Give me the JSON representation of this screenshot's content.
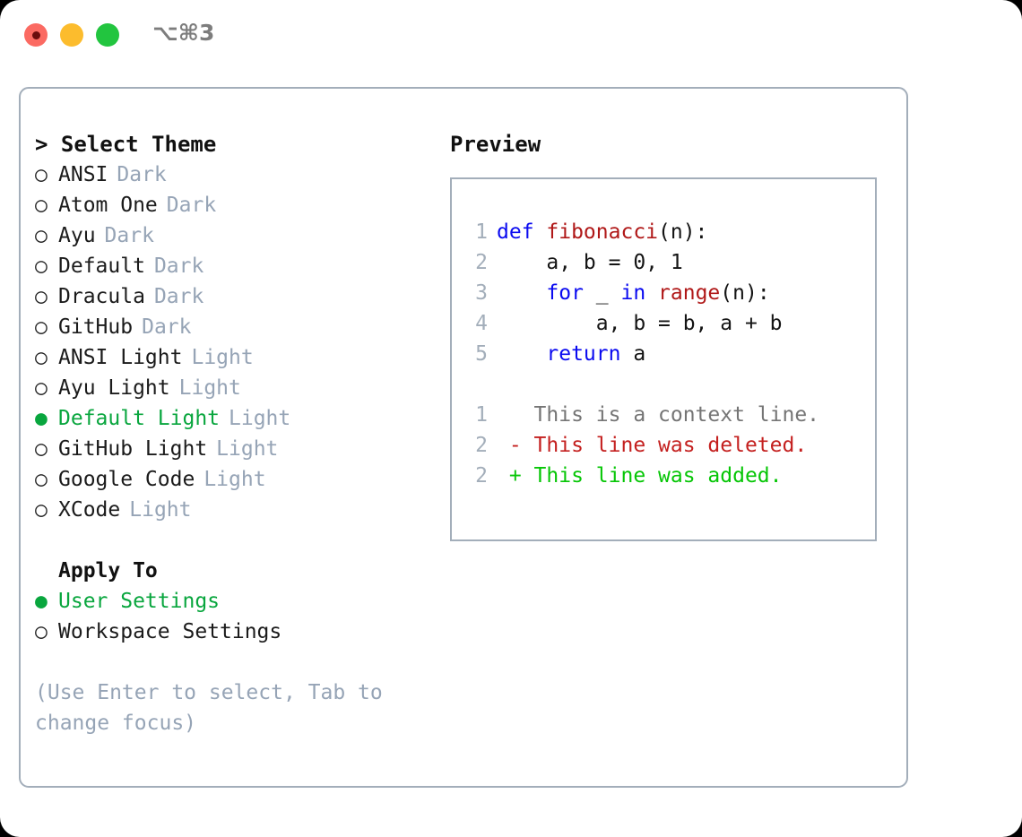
{
  "window": {
    "shortcut": "⌥⌘3",
    "traffic_lights": [
      {
        "name": "close",
        "color": "#fb6a62"
      },
      {
        "name": "minimize",
        "color": "#fcbc2d"
      },
      {
        "name": "maximize",
        "color": "#22c53f"
      }
    ]
  },
  "colors": {
    "accent_green": "#09a63e",
    "muted": "#96a4b6",
    "border": "#a3aeba",
    "keyword": "#0a0af0",
    "function": "#b01818",
    "diff_added": "#06c606",
    "diff_deleted": "#c4201f",
    "diff_context": "#757575"
  },
  "theme_panel": {
    "heading": "> Select Theme",
    "bullet_unselected": "○",
    "bullet_selected": "●",
    "items": [
      {
        "label": "ANSI",
        "category": "Dark",
        "selected": false
      },
      {
        "label": "Atom One",
        "category": "Dark",
        "selected": false
      },
      {
        "label": "Ayu",
        "category": "Dark",
        "selected": false
      },
      {
        "label": "Default",
        "category": "Dark",
        "selected": false
      },
      {
        "label": "Dracula",
        "category": "Dark",
        "selected": false
      },
      {
        "label": "GitHub",
        "category": "Dark",
        "selected": false
      },
      {
        "label": "ANSI Light",
        "category": "Light",
        "selected": false
      },
      {
        "label": "Ayu Light",
        "category": "Light",
        "selected": false
      },
      {
        "label": "Default Light",
        "category": "Light",
        "selected": true
      },
      {
        "label": "GitHub Light",
        "category": "Light",
        "selected": false
      },
      {
        "label": "Google Code",
        "category": "Light",
        "selected": false
      },
      {
        "label": "XCode",
        "category": "Light",
        "selected": false
      }
    ]
  },
  "apply_to": {
    "heading": "Apply To",
    "items": [
      {
        "label": "User Settings",
        "selected": true
      },
      {
        "label": "Workspace Settings",
        "selected": false
      }
    ]
  },
  "hint": "(Use Enter to select, Tab to change focus)",
  "preview": {
    "title": "Preview",
    "code_lines": [
      {
        "lineno": "1",
        "tokens": [
          {
            "text": "def ",
            "kind": "keyword"
          },
          {
            "text": "fibonacci",
            "kind": "function"
          },
          {
            "text": "(n):",
            "kind": "plain"
          }
        ]
      },
      {
        "lineno": "2",
        "tokens": [
          {
            "text": "    a, b = 0, 1",
            "kind": "plain"
          }
        ]
      },
      {
        "lineno": "3",
        "tokens": [
          {
            "text": "    ",
            "kind": "plain"
          },
          {
            "text": "for",
            "kind": "keyword"
          },
          {
            "text": " _ ",
            "kind": "plain"
          },
          {
            "text": "in ",
            "kind": "keyword"
          },
          {
            "text": "range",
            "kind": "function"
          },
          {
            "text": "(n):",
            "kind": "plain"
          }
        ]
      },
      {
        "lineno": "4",
        "tokens": [
          {
            "text": "        a, b = b, a + b",
            "kind": "plain"
          }
        ]
      },
      {
        "lineno": "5",
        "tokens": [
          {
            "text": "    ",
            "kind": "plain"
          },
          {
            "text": "return",
            "kind": "keyword"
          },
          {
            "text": " a",
            "kind": "plain"
          }
        ]
      }
    ],
    "diff_lines": [
      {
        "lineno": "1",
        "text": "   This is a context line.",
        "kind": "context"
      },
      {
        "lineno": "2",
        "text": " - This line was deleted.",
        "kind": "deleted"
      },
      {
        "lineno": "2",
        "text": " + This line was added.",
        "kind": "added"
      }
    ]
  }
}
